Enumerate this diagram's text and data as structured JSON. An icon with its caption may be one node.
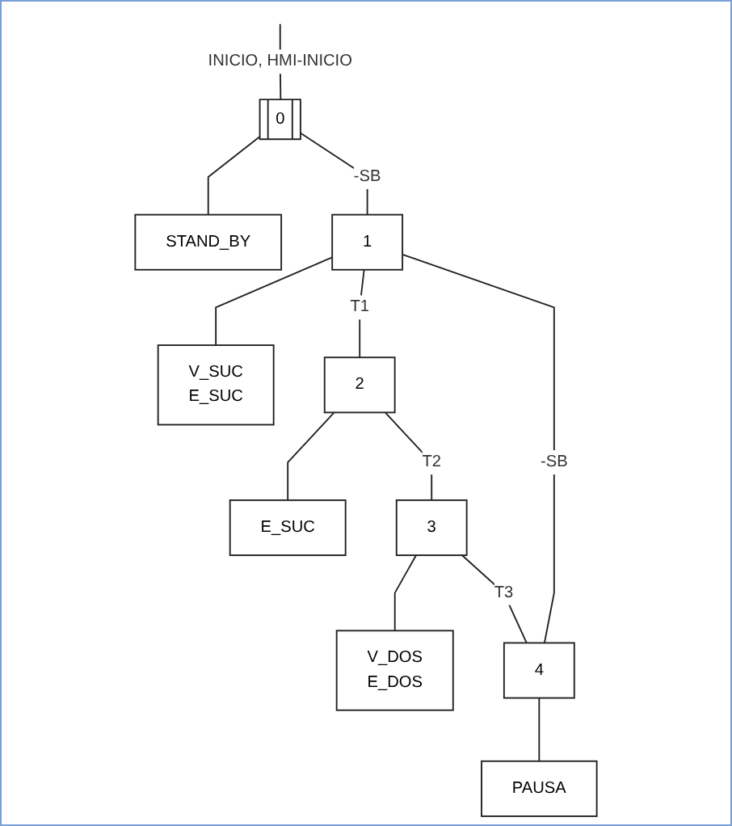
{
  "diagram": {
    "nodes": [
      {
        "text": [
          "0"
        ]
      },
      {
        "text": [
          "STAND_BY"
        ]
      },
      {
        "text": [
          "1"
        ]
      },
      {
        "text": [
          "V_SUC",
          "E_SUC"
        ]
      },
      {
        "text": [
          "2"
        ]
      },
      {
        "text": [
          "E_SUC"
        ]
      },
      {
        "text": [
          "3"
        ]
      },
      {
        "text": [
          "V_DOS",
          "E_DOS"
        ]
      },
      {
        "text": [
          "4"
        ]
      },
      {
        "text": [
          "PAUSA"
        ]
      }
    ],
    "edges": [
      {
        "from": null,
        "to": 0,
        "arrow": "none",
        "label": "INICIO, HMI-INICIO"
      },
      {
        "from": 0,
        "to": 1,
        "arrow": "none"
      },
      {
        "from": 0,
        "to": 2,
        "arrow": "none",
        "label": "-SB"
      },
      {
        "from": 2,
        "to": 3,
        "arrow": "none"
      },
      {
        "from": 2,
        "to": 4,
        "arrow": "none",
        "label": "T1"
      },
      {
        "from": 4,
        "to": 5,
        "arrow": "none"
      },
      {
        "from": 4,
        "to": 6,
        "arrow": "none",
        "label": "T2"
      },
      {
        "from": 6,
        "to": 7,
        "arrow": "none"
      },
      {
        "from": 6,
        "to": 8,
        "arrow": "none",
        "label": "T3"
      },
      {
        "from": 8,
        "to": 9,
        "arrow": "none"
      },
      {
        "from": 8,
        "to": 2,
        "arrow": "none",
        "label": "-SB"
      }
    ]
  }
}
